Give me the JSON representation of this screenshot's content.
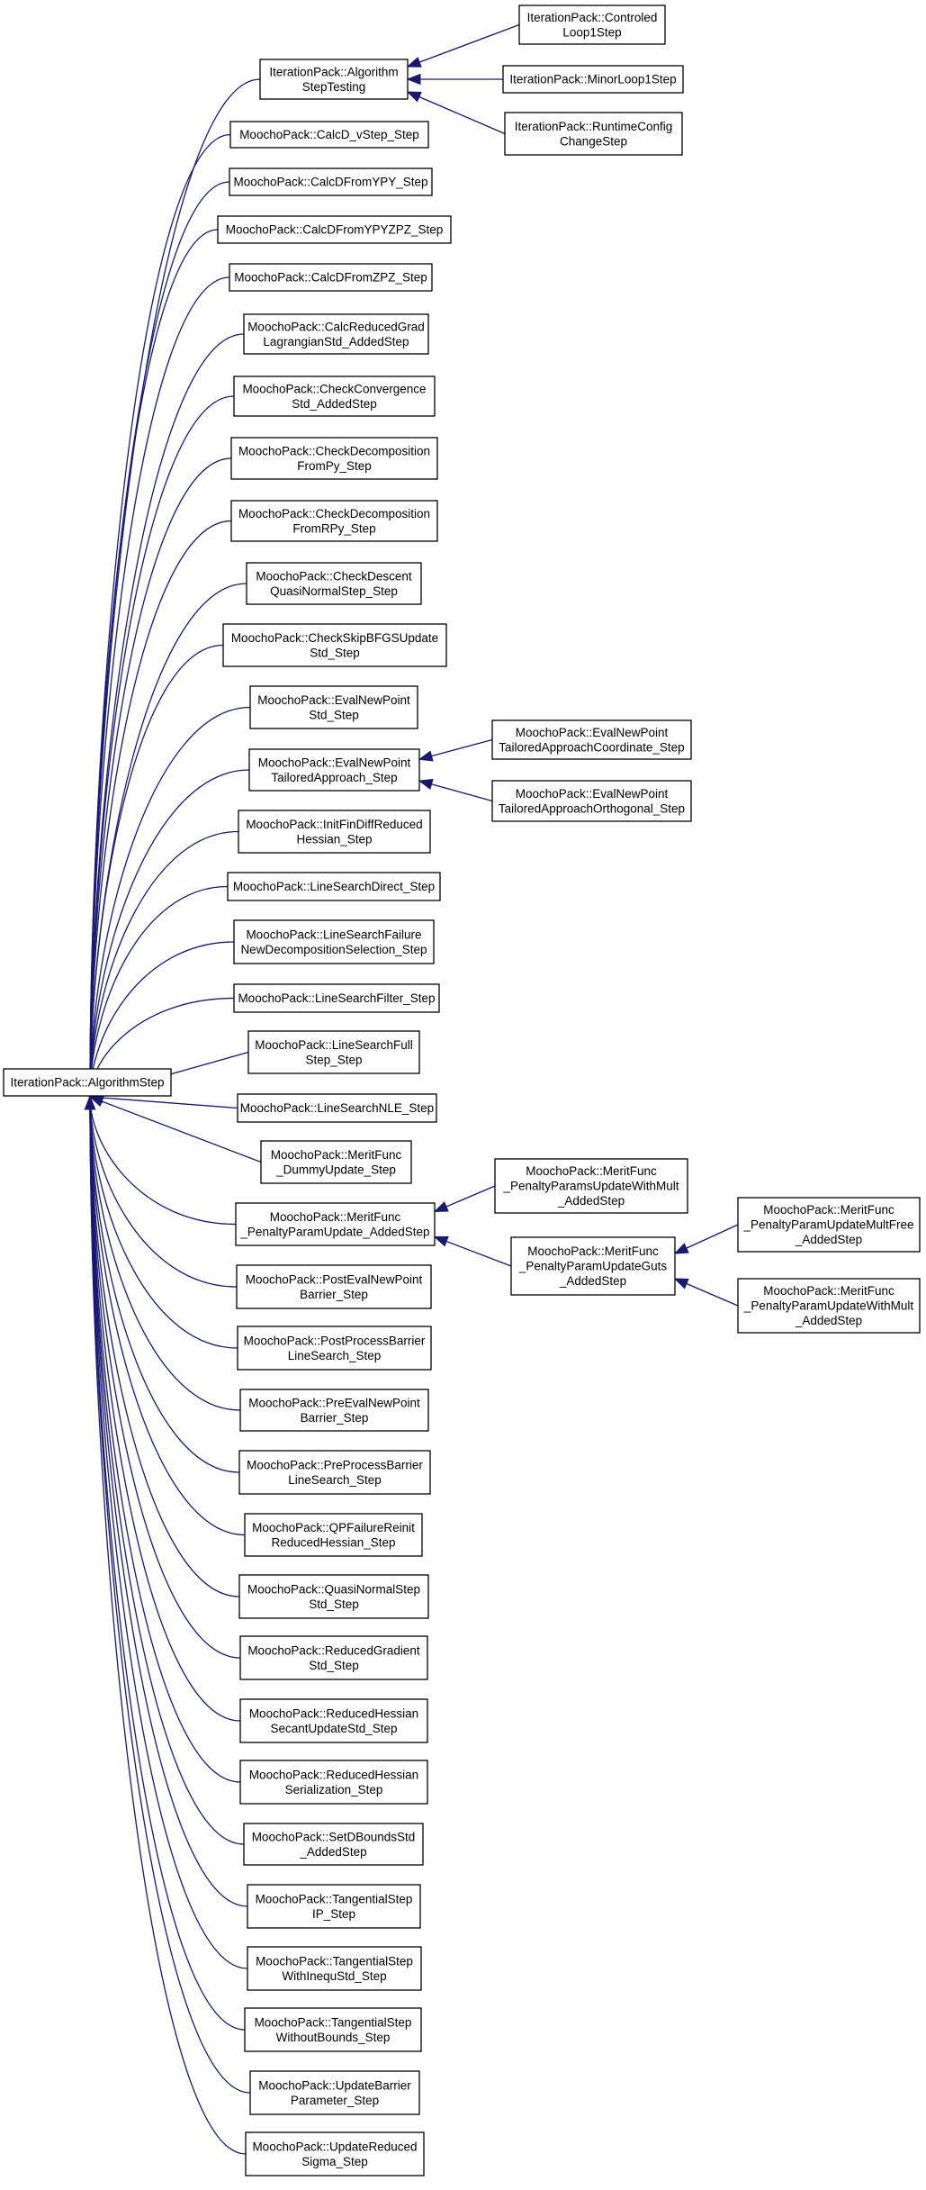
{
  "colors": {
    "edge": "#191970",
    "node_border": "#000000",
    "node_fill": "#ffffff",
    "text": "#000000"
  },
  "nodes": [
    {
      "id": "algorithm_step",
      "lines": [
        "IterationPack::AlgorithmStep"
      ]
    },
    {
      "id": "algorithm_step_testing",
      "lines": [
        "IterationPack::Algorithm",
        "StepTesting"
      ]
    },
    {
      "id": "controled_loop1_step",
      "lines": [
        "IterationPack::Controled",
        "Loop1Step"
      ]
    },
    {
      "id": "minor_loop1_step",
      "lines": [
        "IterationPack::MinorLoop1Step"
      ]
    },
    {
      "id": "runtime_config_change_step",
      "lines": [
        "IterationPack::RuntimeConfig",
        "ChangeStep"
      ]
    },
    {
      "id": "calc_d_vstep_step",
      "lines": [
        "MoochoPack::CalcD_vStep_Step"
      ]
    },
    {
      "id": "calc_d_from_ypy_step",
      "lines": [
        "MoochoPack::CalcDFromYPY_Step"
      ]
    },
    {
      "id": "calc_d_from_ypyzpz_step",
      "lines": [
        "MoochoPack::CalcDFromYPYZPZ_Step"
      ]
    },
    {
      "id": "calc_d_from_zpz_step",
      "lines": [
        "MoochoPack::CalcDFromZPZ_Step"
      ]
    },
    {
      "id": "calc_reduced_grad_lagrangian",
      "lines": [
        "MoochoPack::CalcReducedGrad",
        "LagrangianStd_AddedStep"
      ]
    },
    {
      "id": "check_convergence",
      "lines": [
        "MoochoPack::CheckConvergence",
        "Std_AddedStep"
      ]
    },
    {
      "id": "check_decomposition_from_py",
      "lines": [
        "MoochoPack::CheckDecomposition",
        "FromPy_Step"
      ]
    },
    {
      "id": "check_decomposition_from_rpy",
      "lines": [
        "MoochoPack::CheckDecomposition",
        "FromRPy_Step"
      ]
    },
    {
      "id": "check_descent_quasi_normal",
      "lines": [
        "MoochoPack::CheckDescent",
        "QuasiNormalStep_Step"
      ]
    },
    {
      "id": "check_skip_bfgs_update",
      "lines": [
        "MoochoPack::CheckSkipBFGSUpdate",
        "Std_Step"
      ]
    },
    {
      "id": "eval_new_point_std",
      "lines": [
        "MoochoPack::EvalNewPoint",
        "Std_Step"
      ]
    },
    {
      "id": "eval_new_point_tailored",
      "lines": [
        "MoochoPack::EvalNewPoint",
        "TailoredApproach_Step"
      ]
    },
    {
      "id": "eval_new_point_tailored_coordinate",
      "lines": [
        "MoochoPack::EvalNewPoint",
        "TailoredApproachCoordinate_Step"
      ]
    },
    {
      "id": "eval_new_point_tailored_orthogonal",
      "lines": [
        "MoochoPack::EvalNewPoint",
        "TailoredApproachOrthogonal_Step"
      ]
    },
    {
      "id": "init_fin_diff_reduced_hessian",
      "lines": [
        "MoochoPack::InitFinDiffReduced",
        "Hessian_Step"
      ]
    },
    {
      "id": "line_search_direct",
      "lines": [
        "MoochoPack::LineSearchDirect_Step"
      ]
    },
    {
      "id": "line_search_failure",
      "lines": [
        "MoochoPack::LineSearchFailure",
        "NewDecompositionSelection_Step"
      ]
    },
    {
      "id": "line_search_filter",
      "lines": [
        "MoochoPack::LineSearchFilter_Step"
      ]
    },
    {
      "id": "line_search_full_step",
      "lines": [
        "MoochoPack::LineSearchFull",
        "Step_Step"
      ]
    },
    {
      "id": "line_search_nle",
      "lines": [
        "MoochoPack::LineSearchNLE_Step"
      ]
    },
    {
      "id": "merit_func_dummy_update",
      "lines": [
        "MoochoPack::MeritFunc",
        "_DummyUpdate_Step"
      ]
    },
    {
      "id": "merit_func_penalty_param_update",
      "lines": [
        "MoochoPack::MeritFunc",
        "_PenaltyParamUpdate_AddedStep"
      ]
    },
    {
      "id": "merit_func_penalty_params_update_with_mult",
      "lines": [
        "MoochoPack::MeritFunc",
        "_PenaltyParamsUpdateWithMult",
        "_AddedStep"
      ]
    },
    {
      "id": "merit_func_penalty_param_update_guts",
      "lines": [
        "MoochoPack::MeritFunc",
        "_PenaltyParamUpdateGuts",
        "_AddedStep"
      ]
    },
    {
      "id": "merit_func_penalty_param_update_mult_free",
      "lines": [
        "MoochoPack::MeritFunc",
        "_PenaltyParamUpdateMultFree",
        "_AddedStep"
      ]
    },
    {
      "id": "merit_func_penalty_param_update_with_mult",
      "lines": [
        "MoochoPack::MeritFunc",
        "_PenaltyParamUpdateWithMult",
        "_AddedStep"
      ]
    },
    {
      "id": "post_eval_new_point_barrier",
      "lines": [
        "MoochoPack::PostEvalNewPoint",
        "Barrier_Step"
      ]
    },
    {
      "id": "post_process_barrier_line_search",
      "lines": [
        "MoochoPack::PostProcessBarrier",
        "LineSearch_Step"
      ]
    },
    {
      "id": "pre_eval_new_point_barrier",
      "lines": [
        "MoochoPack::PreEvalNewPoint",
        "Barrier_Step"
      ]
    },
    {
      "id": "pre_process_barrier_line_search",
      "lines": [
        "MoochoPack::PreProcessBarrier",
        "LineSearch_Step"
      ]
    },
    {
      "id": "qp_failure_reinit_reduced_hessian",
      "lines": [
        "MoochoPack::QPFailureReinit",
        "ReducedHessian_Step"
      ]
    },
    {
      "id": "quasi_normal_step_std",
      "lines": [
        "MoochoPack::QuasiNormalStep",
        "Std_Step"
      ]
    },
    {
      "id": "reduced_gradient_std",
      "lines": [
        "MoochoPack::ReducedGradient",
        "Std_Step"
      ]
    },
    {
      "id": "reduced_hessian_secant_update",
      "lines": [
        "MoochoPack::ReducedHessian",
        "SecantUpdateStd_Step"
      ]
    },
    {
      "id": "reduced_hessian_serialization",
      "lines": [
        "MoochoPack::ReducedHessian",
        "Serialization_Step"
      ]
    },
    {
      "id": "set_d_bounds_std",
      "lines": [
        "MoochoPack::SetDBoundsStd",
        "_AddedStep"
      ]
    },
    {
      "id": "tangential_step_ip",
      "lines": [
        "MoochoPack::TangentialStep",
        "IP_Step"
      ]
    },
    {
      "id": "tangential_step_with_inequ",
      "lines": [
        "MoochoPack::TangentialStep",
        "WithInequStd_Step"
      ]
    },
    {
      "id": "tangential_step_without_bounds",
      "lines": [
        "MoochoPack::TangentialStep",
        "WithoutBounds_Step"
      ]
    },
    {
      "id": "update_barrier_parameter",
      "lines": [
        "MoochoPack::UpdateBarrier",
        "Parameter_Step"
      ]
    },
    {
      "id": "update_reduced_sigma",
      "lines": [
        "MoochoPack::UpdateReduced",
        "Sigma_Step"
      ]
    }
  ],
  "edges": [
    {
      "from": "algorithm_step_testing",
      "to": "algorithm_step"
    },
    {
      "from": "calc_d_vstep_step",
      "to": "algorithm_step"
    },
    {
      "from": "calc_d_from_ypy_step",
      "to": "algorithm_step"
    },
    {
      "from": "calc_d_from_ypyzpz_step",
      "to": "algorithm_step"
    },
    {
      "from": "calc_d_from_zpz_step",
      "to": "algorithm_step"
    },
    {
      "from": "calc_reduced_grad_lagrangian",
      "to": "algorithm_step"
    },
    {
      "from": "check_convergence",
      "to": "algorithm_step"
    },
    {
      "from": "check_decomposition_from_py",
      "to": "algorithm_step"
    },
    {
      "from": "check_decomposition_from_rpy",
      "to": "algorithm_step"
    },
    {
      "from": "check_descent_quasi_normal",
      "to": "algorithm_step"
    },
    {
      "from": "check_skip_bfgs_update",
      "to": "algorithm_step"
    },
    {
      "from": "eval_new_point_std",
      "to": "algorithm_step"
    },
    {
      "from": "eval_new_point_tailored",
      "to": "algorithm_step"
    },
    {
      "from": "init_fin_diff_reduced_hessian",
      "to": "algorithm_step"
    },
    {
      "from": "line_search_direct",
      "to": "algorithm_step"
    },
    {
      "from": "line_search_failure",
      "to": "algorithm_step"
    },
    {
      "from": "line_search_filter",
      "to": "algorithm_step"
    },
    {
      "from": "line_search_full_step",
      "to": "algorithm_step"
    },
    {
      "from": "line_search_nle",
      "to": "algorithm_step"
    },
    {
      "from": "merit_func_dummy_update",
      "to": "algorithm_step"
    },
    {
      "from": "merit_func_penalty_param_update",
      "to": "algorithm_step"
    },
    {
      "from": "post_eval_new_point_barrier",
      "to": "algorithm_step"
    },
    {
      "from": "post_process_barrier_line_search",
      "to": "algorithm_step"
    },
    {
      "from": "pre_eval_new_point_barrier",
      "to": "algorithm_step"
    },
    {
      "from": "pre_process_barrier_line_search",
      "to": "algorithm_step"
    },
    {
      "from": "qp_failure_reinit_reduced_hessian",
      "to": "algorithm_step"
    },
    {
      "from": "quasi_normal_step_std",
      "to": "algorithm_step"
    },
    {
      "from": "reduced_gradient_std",
      "to": "algorithm_step"
    },
    {
      "from": "reduced_hessian_secant_update",
      "to": "algorithm_step"
    },
    {
      "from": "reduced_hessian_serialization",
      "to": "algorithm_step"
    },
    {
      "from": "set_d_bounds_std",
      "to": "algorithm_step"
    },
    {
      "from": "tangential_step_ip",
      "to": "algorithm_step"
    },
    {
      "from": "tangential_step_with_inequ",
      "to": "algorithm_step"
    },
    {
      "from": "tangential_step_without_bounds",
      "to": "algorithm_step"
    },
    {
      "from": "update_barrier_parameter",
      "to": "algorithm_step"
    },
    {
      "from": "update_reduced_sigma",
      "to": "algorithm_step"
    },
    {
      "from": "controled_loop1_step",
      "to": "algorithm_step_testing"
    },
    {
      "from": "minor_loop1_step",
      "to": "algorithm_step_testing"
    },
    {
      "from": "runtime_config_change_step",
      "to": "algorithm_step_testing"
    },
    {
      "from": "eval_new_point_tailored_coordinate",
      "to": "eval_new_point_tailored"
    },
    {
      "from": "eval_new_point_tailored_orthogonal",
      "to": "eval_new_point_tailored"
    },
    {
      "from": "merit_func_penalty_params_update_with_mult",
      "to": "merit_func_penalty_param_update"
    },
    {
      "from": "merit_func_penalty_param_update_guts",
      "to": "merit_func_penalty_param_update"
    },
    {
      "from": "merit_func_penalty_param_update_mult_free",
      "to": "merit_func_penalty_param_update_guts"
    },
    {
      "from": "merit_func_penalty_param_update_with_mult",
      "to": "merit_func_penalty_param_update_guts"
    }
  ]
}
